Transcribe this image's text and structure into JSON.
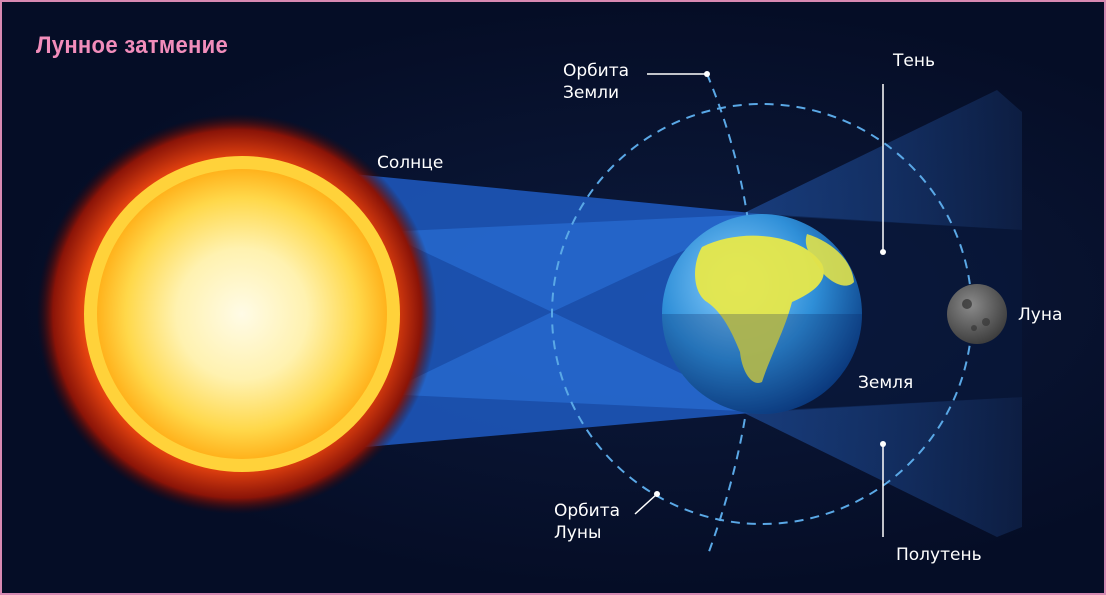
{
  "title": "Лунное затмение",
  "labels": {
    "sun": "Солнце",
    "earth": "Земля",
    "moon": "Луна",
    "umbra": "Тень",
    "penumbra": "Полутень",
    "earth_orbit": [
      "Орбита",
      "Земли"
    ],
    "moon_orbit": [
      "Орбита",
      "Луны"
    ]
  },
  "colors": {
    "frame_border": "#d889b2",
    "title": "#f28dbb",
    "background": "#06102a",
    "shadow_cone": "#2f6fd6",
    "orbit": "#5aa8e6"
  }
}
